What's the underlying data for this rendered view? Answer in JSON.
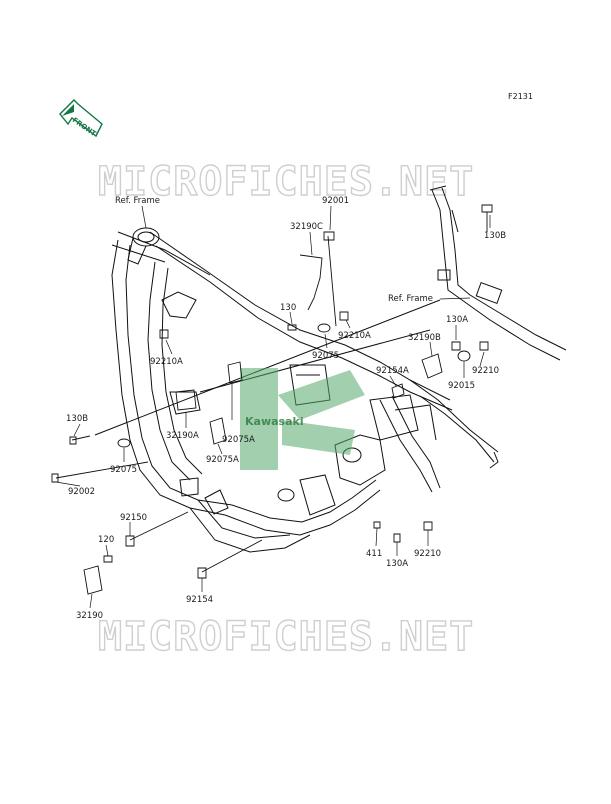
{
  "diagram_code": "F2131",
  "front_arrow_text": "FRONT",
  "watermark": "MICROFICHES.NET",
  "brand_logo": "Kawasaki",
  "ref_labels": [
    "Ref. Frame",
    "Ref. Frame"
  ],
  "part_labels": [
    "92001",
    "32190C",
    "130B",
    "130",
    "92210A",
    "92075",
    "32190B",
    "130A",
    "92210A",
    "92154A",
    "92210",
    "92015",
    "130B",
    "32190A",
    "92075A",
    "92075A",
    "92075",
    "92002",
    "92150",
    "120",
    "411",
    "130A",
    "92210",
    "92154",
    "32190"
  ]
}
